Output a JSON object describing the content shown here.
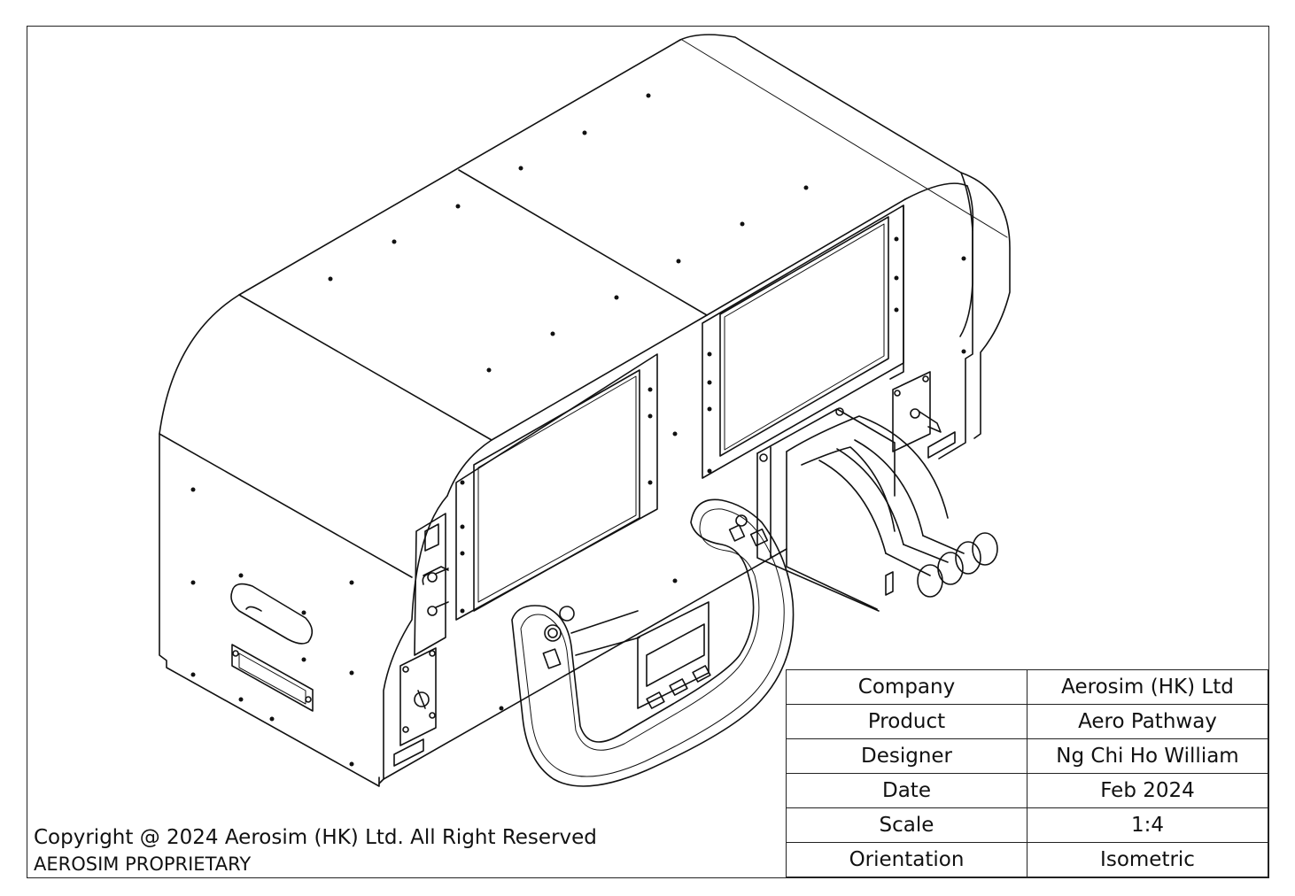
{
  "title_block": {
    "rows": [
      {
        "label": "Company",
        "value": "Aerosim (HK) Ltd"
      },
      {
        "label": "Product",
        "value": "Aero Pathway"
      },
      {
        "label": "Designer",
        "value": "Ng Chi Ho William"
      },
      {
        "label": "Date",
        "value": "Feb 2024"
      },
      {
        "label": "Scale",
        "value": "1:4"
      },
      {
        "label": "Orientation",
        "value": "Isometric"
      }
    ]
  },
  "footer": {
    "copyright": "Copyright @ 2024 Aerosim (HK) Ltd. All Right Reserved",
    "proprietary": "AEROSIM PROPRIETARY"
  },
  "colors": {
    "line": "#111111",
    "paper": "#ffffff"
  },
  "drawing": {
    "components": [
      "cockpit-enclosure",
      "left-display",
      "right-display",
      "yoke",
      "throttle-quadrant",
      "side-panel-switches"
    ]
  }
}
